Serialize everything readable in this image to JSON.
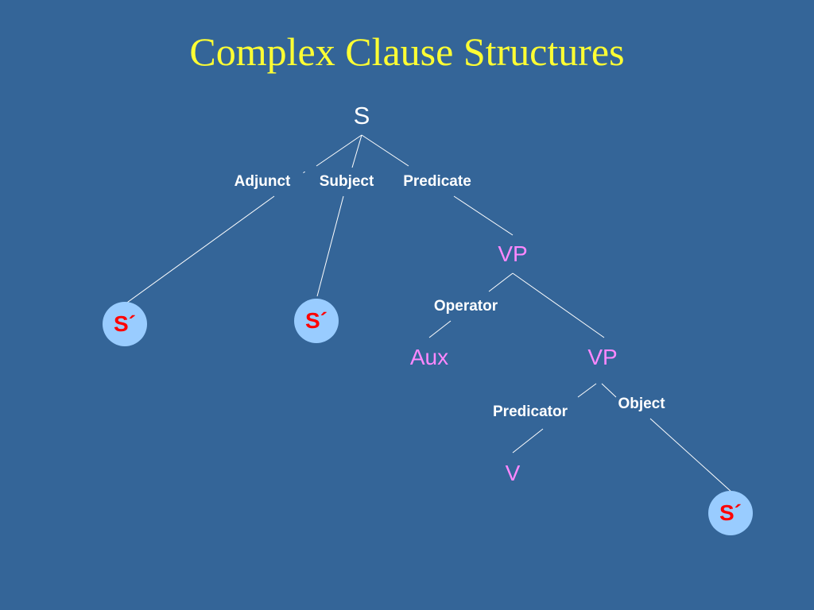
{
  "title": "Complex Clause Structures",
  "tree": {
    "root": "S",
    "functions": {
      "adjunct": "Adjunct",
      "subject": "Subject",
      "predicate": "Predicate",
      "operator": "Operator",
      "predicator": "Predicator",
      "object": "Object"
    },
    "categories": {
      "vp_upper": "VP",
      "aux": "Aux",
      "vp_lower": "VP",
      "v": "V"
    },
    "separator_mark": "´",
    "embedded_clauses": {
      "adjunct_clause": "S´",
      "subject_clause": "S´",
      "object_clause": "S´"
    }
  },
  "colors": {
    "background": "#346598",
    "title": "#ffff33",
    "function_label": "#ffffff",
    "category_label": "#ff88ff",
    "bubble_fill": "#99ccff",
    "bubble_text": "#ff0000",
    "line": "#ffffff"
  }
}
